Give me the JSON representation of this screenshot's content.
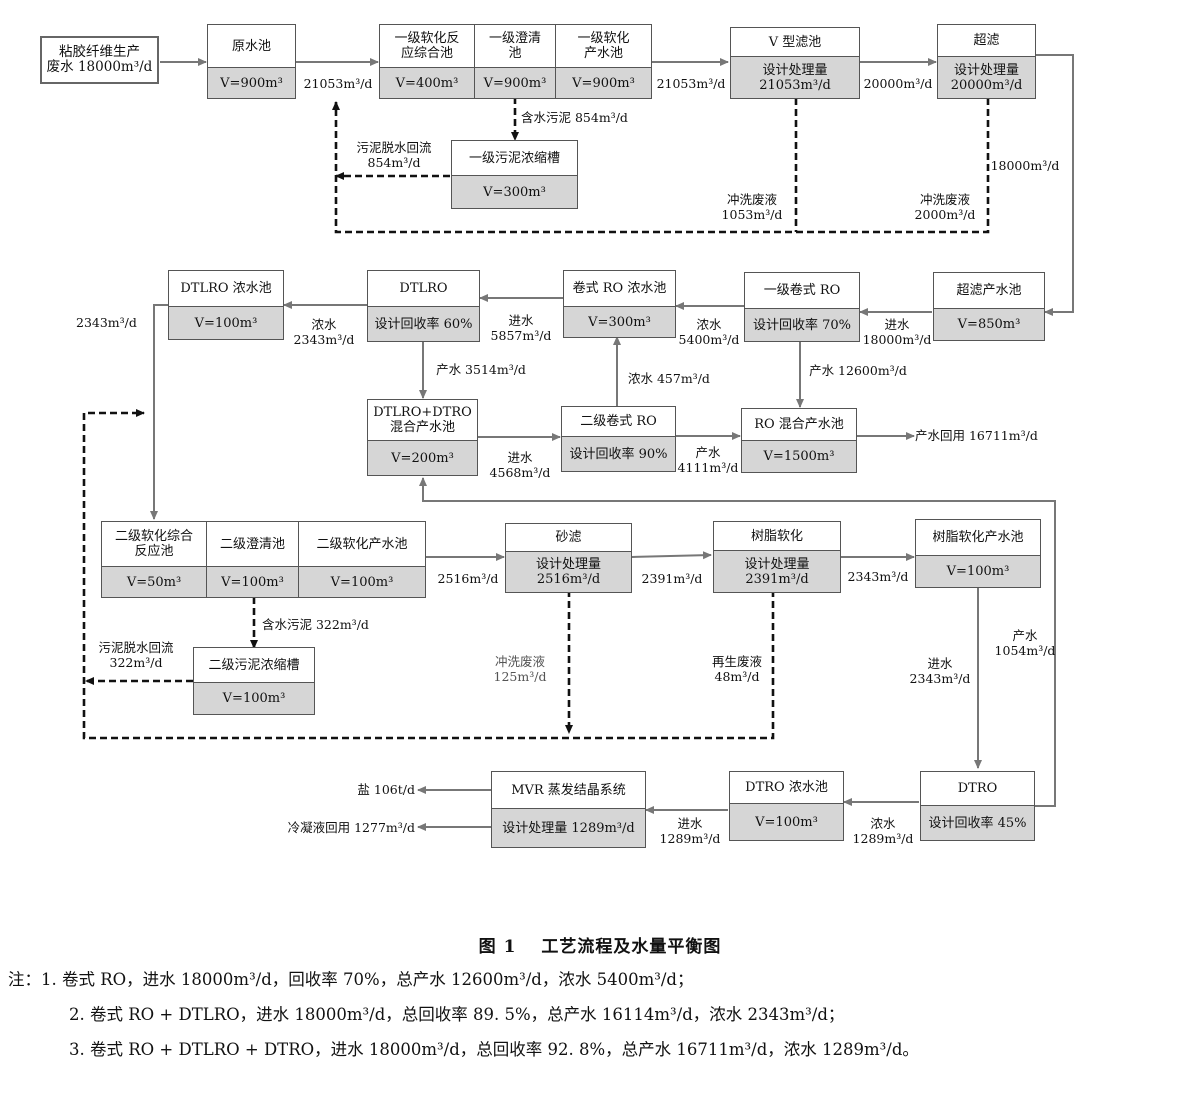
{
  "nodes": {
    "source": {
      "label": "粘胶纤维生产\n废水 18000m³/d"
    },
    "raw_tank": {
      "name": "原水池",
      "value": "V=900m³"
    },
    "l1_reactor": {
      "name": "一级软化反\n应综合池",
      "value": "V=400m³"
    },
    "l1_clarifier": {
      "name": "一级澄清\n池",
      "value": "V=900m³"
    },
    "l1_product": {
      "name": "一级软化\n产水池",
      "value": "V=900m³"
    },
    "v_filter": {
      "name": "V 型滤池",
      "value": "设计处理量\n21053m³/d"
    },
    "uf": {
      "name": "超滤",
      "value": "设计处理量\n20000m³/d"
    },
    "l1_sludge": {
      "name": "一级污泥浓缩槽",
      "value": "V=300m³"
    },
    "uf_tank": {
      "name": "超滤产水池",
      "value": "V=850m³"
    },
    "ro1": {
      "name": "一级卷式 RO",
      "value": "设计回收率 70%"
    },
    "ro_conc": {
      "name": "卷式 RO 浓水池",
      "value": "V=300m³"
    },
    "dtlro": {
      "name": "DTLRO",
      "value": "设计回收率 60%"
    },
    "dtlro_conc": {
      "name": "DTLRO 浓水池",
      "value": "V=100m³"
    },
    "mix_tank": {
      "name": "DTLRO+DTRO\n混合产水池",
      "value": "V=200m³"
    },
    "ro2": {
      "name": "二级卷式 RO",
      "value": "设计回收率 90%"
    },
    "ro_mix": {
      "name": "RO 混合产水池",
      "value": "V=1500m³"
    },
    "l2_reactor": {
      "name": "二级软化综合\n反应池",
      "value": "V=50m³"
    },
    "l2_clarifier": {
      "name": "二级澄清池",
      "value": "V=100m³"
    },
    "l2_product": {
      "name": "二级软化产水池",
      "value": "V=100m³"
    },
    "sand": {
      "name": "砂滤",
      "value": "设计处理量\n2516m³/d"
    },
    "resin": {
      "name": "树脂软化",
      "value": "设计处理量\n2391m³/d"
    },
    "resin_tank": {
      "name": "树脂软化产水池",
      "value": "V=100m³"
    },
    "l2_sludge": {
      "name": "二级污泥浓缩槽",
      "value": "V=100m³"
    },
    "dtro": {
      "name": "DTRO",
      "value": "设计回收率 45%"
    },
    "dtro_conc": {
      "name": "DTRO 浓水池",
      "value": "V=100m³"
    },
    "mvr": {
      "name": "MVR 蒸发结晶系统",
      "value": "设计处理量 1289m³/d"
    }
  },
  "labels": {
    "q_21053_a": "21053m³/d",
    "q_21053_b": "21053m³/d",
    "q_20000": "20000m³/d",
    "q_18000": "18000m³/d",
    "sludge1": "含水污泥 854m³/d",
    "return1": "污泥脱水回流\n854m³/d",
    "wash_v": "冲洗废液\n1053m³/d",
    "wash_uf": "冲洗废液\n2000m³/d",
    "in_ro1": "进水\n18000m³/d",
    "conc_ro1": "浓水\n5400m³/d",
    "in_dtlro": "进水\n5857m³/d",
    "conc_dtlro": "浓水\n2343m³/d",
    "q_2343_left": "2343m³/d",
    "prod_ro1": "产水 12600m³/d",
    "prod_dtlro": "产水 3514m³/d",
    "conc_ro2": "浓水 457m³/d",
    "in_ro2": "进水\n4568m³/d",
    "prod_ro2": "产水\n4111m³/d",
    "reuse": "产水回用 16711m³/d",
    "q_2516": "2516m³/d",
    "q_2391": "2391m³/d",
    "q_2343_resin": "2343m³/d",
    "sludge2": "含水污泥 322m³/d",
    "return2": "污泥脱水回流\n322m³/d",
    "wash_sand": "冲洗废液\n125m³/d",
    "regen": "再生废液\n48m³/d",
    "in_dtro": "进水\n2343m³/d",
    "prod_dtro": "产水\n1054m³/d",
    "conc_dtro": "浓水\n1289m³/d",
    "in_mvr": "进水\n1289m³/d",
    "salt": "盐 106t/d",
    "condensate": "冷凝液回用 1277m³/d"
  },
  "caption": "图 1　 工艺流程及水量平衡图",
  "notes": [
    "注：1. 卷式 RO，进水 18000m³/d，回收率 70%，总产水 12600m³/d，浓水 5400m³/d；",
    "2. 卷式 RO + DTLRO，进水 18000m³/d，总回收率 89. 5%，总产水 16114m³/d，浓水 2343m³/d；",
    "3. 卷式 RO + DTLRO + DTRO，进水 18000m³/d，总回收率 92. 8%，总产水 16711m³/d，浓水 1289m³/d。"
  ],
  "colors": {
    "solid_line": "#777777",
    "dashed_line": "#111111",
    "value_fill": "#d6d6d6"
  }
}
